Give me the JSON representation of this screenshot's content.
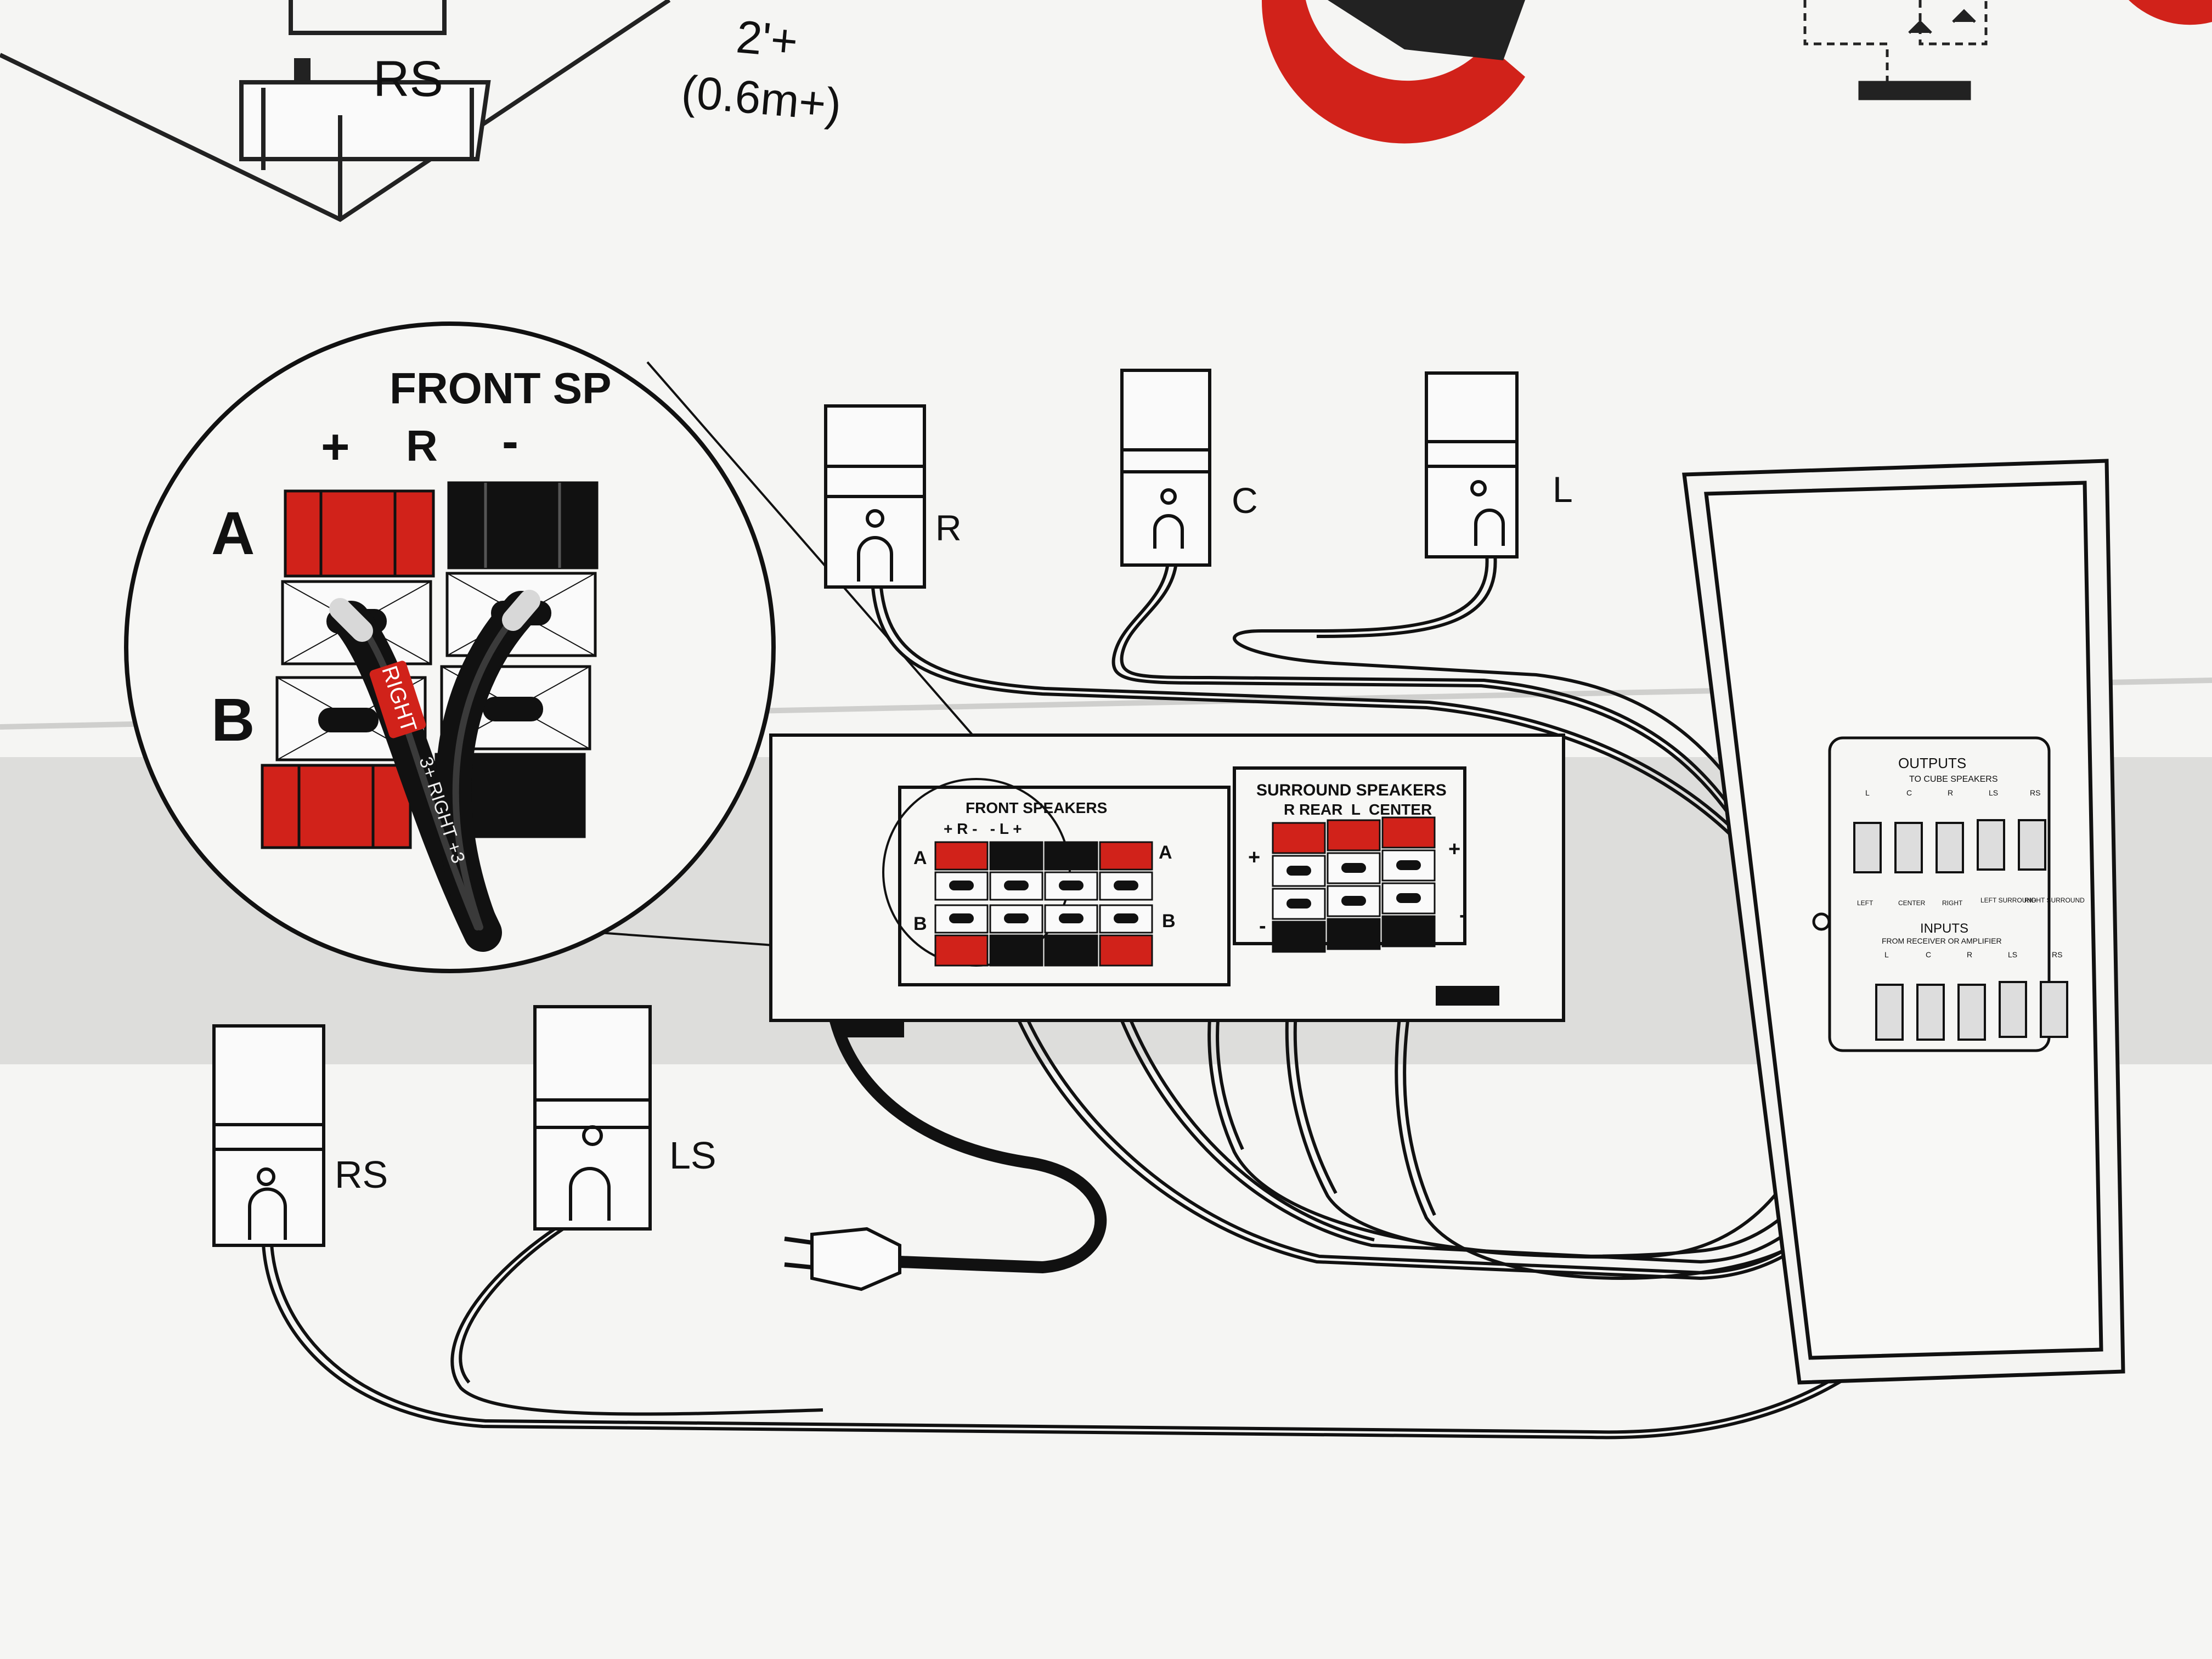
{
  "top": {
    "rs_label": "RS",
    "distance_line1": "2'+",
    "distance_line2": "(0.6m+)"
  },
  "zoom": {
    "title": "FRONT SP",
    "plus": "+",
    "r": "R",
    "minus": "-",
    "row_a": "A",
    "row_b": "B",
    "tag": "RIGHT",
    "cable_print": "3+ RIGHT +3"
  },
  "speakers": {
    "r": "R",
    "c": "C",
    "l": "L",
    "rs": "RS",
    "ls": "LS"
  },
  "receiver": {
    "front_title": "FRONT SPEAKERS",
    "front_header": "+ R -   - L +",
    "a": "A",
    "b": "B",
    "surround_title": "SURROUND SPEAKERS",
    "surround_header": "R REAR  L  CENTER",
    "plus": "+",
    "minus": "-"
  },
  "module": {
    "outputs_title": "OUTPUTS",
    "outputs_sub": "TO CUBE SPEAKERS",
    "out_terms": [
      "L",
      "C",
      "R",
      "LS",
      "RS"
    ],
    "mid_labels": [
      "LEFT",
      "CENTER",
      "RIGHT",
      "LEFT SURROUND",
      "RIGHT SURROUND"
    ],
    "inputs_title": "INPUTS",
    "inputs_sub": "FROM RECEIVER OR AMPLIFIER",
    "in_terms": [
      "L",
      "C",
      "R",
      "LS",
      "RS"
    ]
  },
  "colors": {
    "red": "#d1221a",
    "black": "#111111",
    "paper": "#f6f6f4",
    "band": "#dcdcda"
  }
}
